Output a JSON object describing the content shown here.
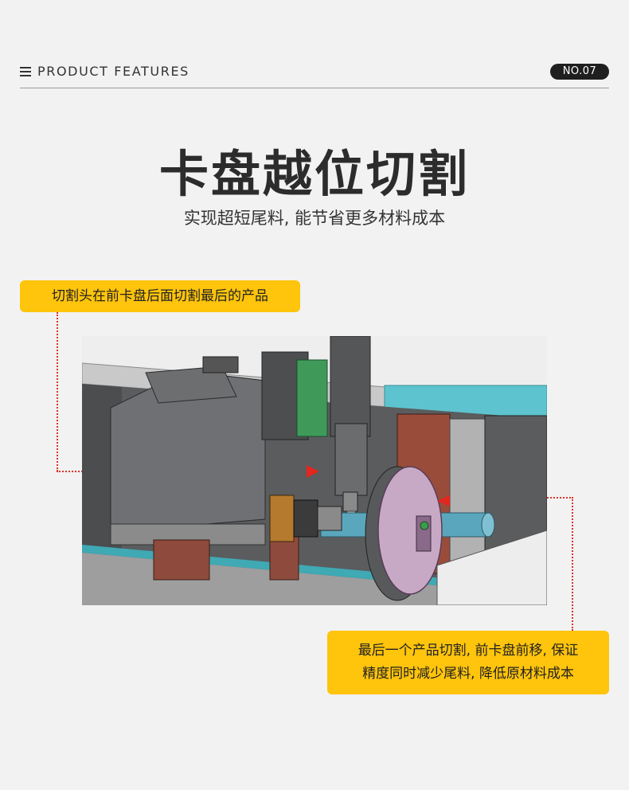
{
  "header": {
    "label": "PRODUCT FEATURES",
    "badge": "NO.07",
    "menu_icon": "hamburger-icon"
  },
  "title": "卡盘越位切割",
  "subtitle": "实现超短尾料, 能节省更多材料成本",
  "callouts": {
    "top": "切割头在前卡盘后面切割最后的产品",
    "bottom_line1": "最后一个产品切割, 前卡盘前移, 保证",
    "bottom_line2": "精度同时减少尾料, 降低原材料成本"
  },
  "colors": {
    "background": "#f2f2f2",
    "callout": "#ffc40c",
    "pointer": "#d8342c",
    "badge": "#1f1f1f"
  },
  "illustration": "laser-tube-cutter-chuck"
}
